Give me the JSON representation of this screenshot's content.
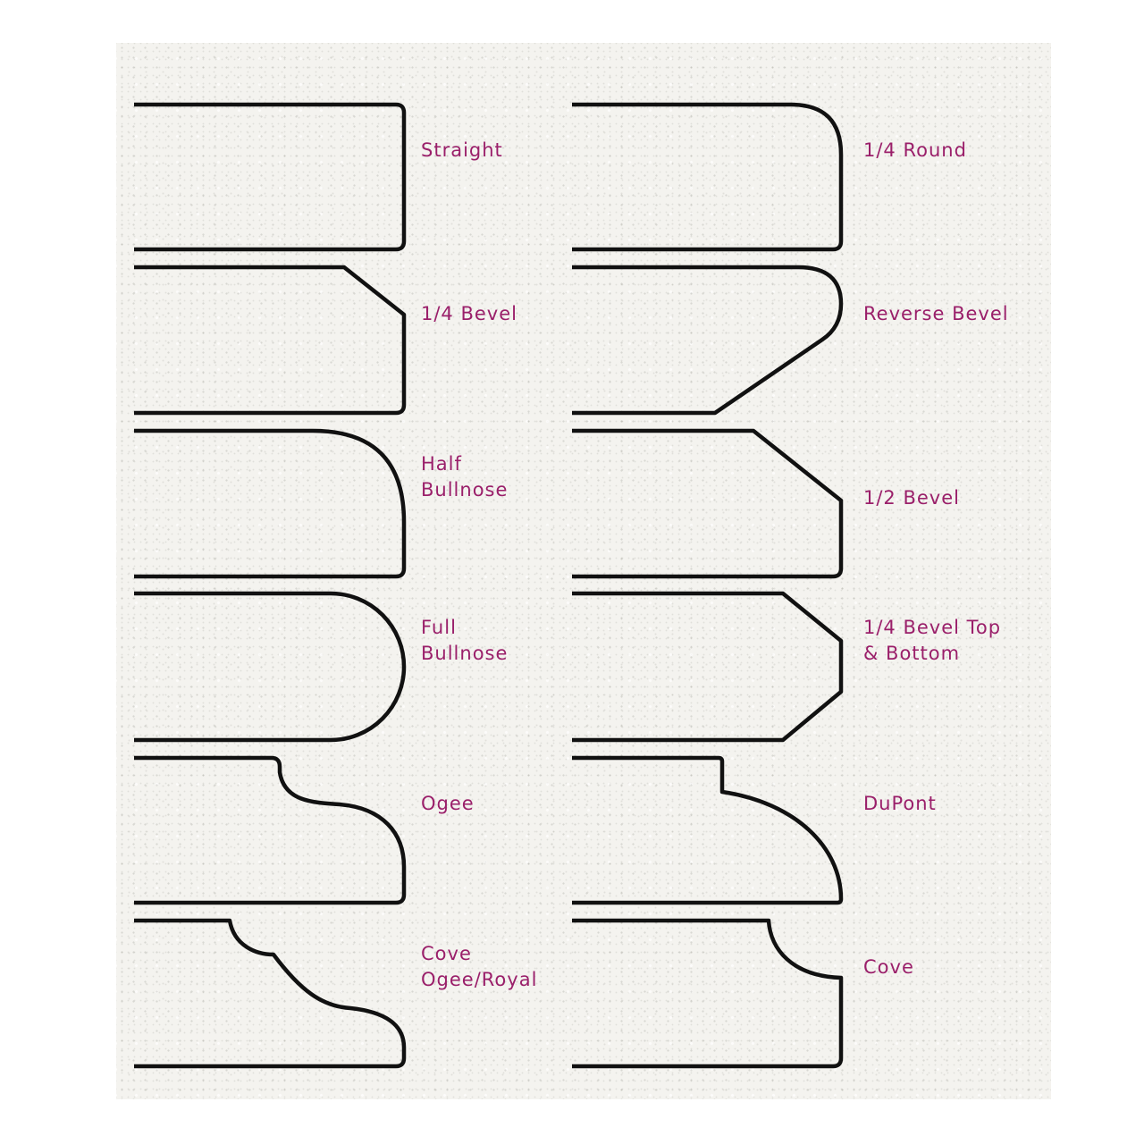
{
  "colors": {
    "label": "#9a1f6a",
    "outline": "#111111",
    "background": "#f4f3ef"
  },
  "profiles": [
    {
      "id": "straight",
      "label": "Straight"
    },
    {
      "id": "quarter-round",
      "label": "1/4 Round"
    },
    {
      "id": "quarter-bevel",
      "label": "1/4 Bevel"
    },
    {
      "id": "reverse-bevel",
      "label": "Reverse Bevel"
    },
    {
      "id": "half-bullnose",
      "label": "Half\nBullnose"
    },
    {
      "id": "half-bevel",
      "label": "1/2 Bevel"
    },
    {
      "id": "full-bullnose",
      "label": "Full\nBullnose"
    },
    {
      "id": "quarter-bevel-top-bottom",
      "label": "1/4 Bevel Top\n& Bottom"
    },
    {
      "id": "ogee",
      "label": "Ogee"
    },
    {
      "id": "dupont",
      "label": "DuPont"
    },
    {
      "id": "cove-ogee-royal",
      "label": "Cove\nOgee/Royal"
    },
    {
      "id": "cove",
      "label": "Cove"
    }
  ]
}
